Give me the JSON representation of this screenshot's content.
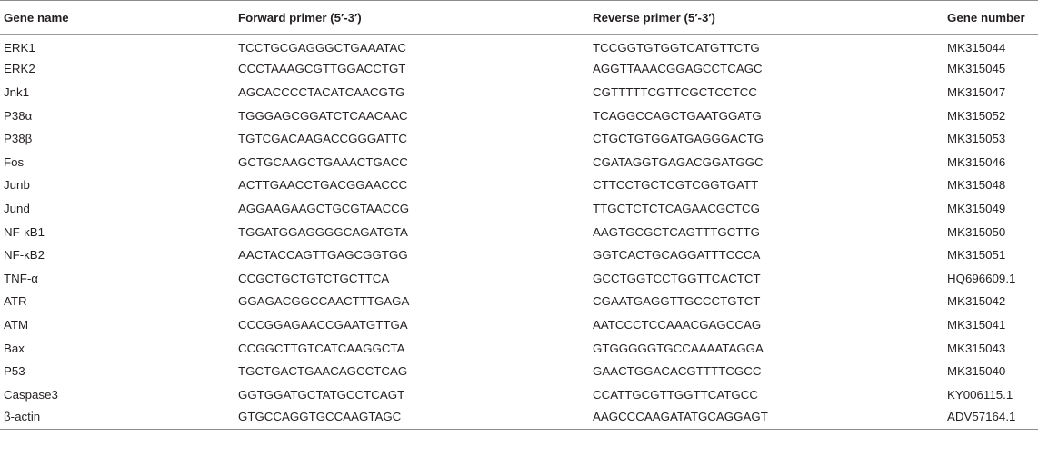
{
  "table": {
    "headers": [
      "Gene name",
      "Forward primer (5′-3′)",
      "Reverse primer (5′-3′)",
      "Gene number"
    ],
    "rows": [
      [
        "ERK1",
        "TCCTGCGAGGGCTGAAATAC",
        "TCCGGTGTGGTCATGTTCTG",
        "MK315044"
      ],
      [
        "ERK2",
        "CCCTAAAGCGTTGGACCTGT",
        "AGGTTAAACGGAGCCTCAGC",
        "MK315045"
      ],
      [
        "Jnk1",
        "AGCACCCCTACATCAACGTG",
        "CGTTTTTCGTTCGCTCCTCC",
        "MK315047"
      ],
      [
        "P38α",
        "TGGGAGCGGATCTCAACAAC",
        "TCAGGCCAGCTGAATGGATG",
        "MK315052"
      ],
      [
        "P38β",
        "TGTCGACAAGACCGGGATTC",
        "CTGCTGTGGATGAGGGACTG",
        "MK315053"
      ],
      [
        "Fos",
        "GCTGCAAGCTGAAACTGACC",
        "CGATAGGTGAGACGGATGGC",
        "MK315046"
      ],
      [
        "Junb",
        "ACTTGAACCTGACGGAACCC",
        "CTTCCTGCTCGTCGGTGATT",
        "MK315048"
      ],
      [
        "Jund",
        "AGGAAGAAGCTGCGTAACCG",
        "TTGCTCTCTCAGAACGCTCG",
        "MK315049"
      ],
      [
        "NF-κB1",
        "TGGATGGAGGGGCAGATGTA",
        "AAGTGCGCTCAGTTTGCTTG",
        "MK315050"
      ],
      [
        "NF-κB2",
        "AACTACCAGTTGAGCGGTGG",
        "GGTCACTGCAGGATTTCCCA",
        "MK315051"
      ],
      [
        "TNF-α",
        "CCGCTGCTGTCTGCTTCA",
        "GCCTGGTCCTGGTTCACTCT",
        "HQ696609.1"
      ],
      [
        "ATR",
        "GGAGACGGCCAACTTTGAGA",
        "CGAATGAGGTTGCCCTGTCT",
        "MK315042"
      ],
      [
        "ATM",
        "CCCGGAGAACCGAATGTTGA",
        "AATCCCTCCAAACGAGCCAG",
        "MK315041"
      ],
      [
        "Bax",
        "CCGGCTTGTCATCAAGGCTA",
        "GTGGGGGTGCCAAAATAGGA",
        "MK315043"
      ],
      [
        "P53",
        "TGCTGACTGAACAGCCTCAG",
        "GAACTGGACACGTTTTCGCC",
        "MK315040"
      ],
      [
        "Caspase3",
        "GGTGGATGCTATGCCTCAGT",
        "CCATTGCGTTGGTTCATGCC",
        "KY006115.1"
      ],
      [
        "β-actin",
        "GTGCCAGGTGCCAAGTAGC",
        "AAGCCCAAGATATGCAGGAGT",
        "ADV57164.1"
      ]
    ]
  }
}
